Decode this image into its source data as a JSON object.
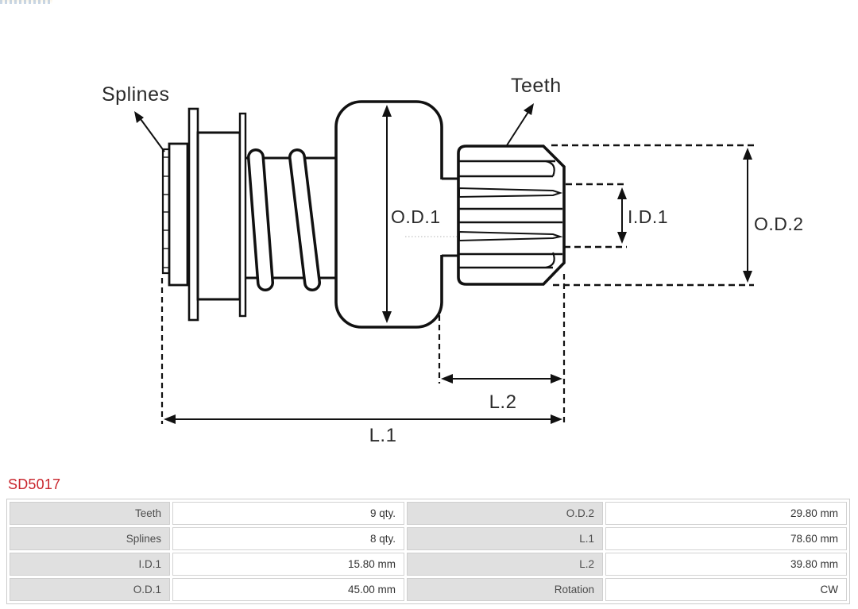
{
  "part": {
    "number": "SD5017",
    "number_color": "#c9262d"
  },
  "diagram": {
    "line_color": "#111111",
    "labels": {
      "splines": "Splines",
      "teeth": "Teeth",
      "od1": "O.D.1",
      "id1": "I.D.1",
      "od2": "O.D.2",
      "l2": "L.2",
      "l1": "L.1"
    }
  },
  "specs": {
    "rows": [
      {
        "c0": "Teeth",
        "c1": "9 qty.",
        "c2": "O.D.2",
        "c3": "29.80 mm"
      },
      {
        "c0": "Splines",
        "c1": "8 qty.",
        "c2": "L.1",
        "c3": "78.60 mm"
      },
      {
        "c0": "I.D.1",
        "c1": "15.80 mm",
        "c2": "L.2",
        "c3": "39.80 mm"
      },
      {
        "c0": "O.D.1",
        "c1": "45.00 mm",
        "c2": "Rotation",
        "c3": "CW"
      }
    ]
  }
}
